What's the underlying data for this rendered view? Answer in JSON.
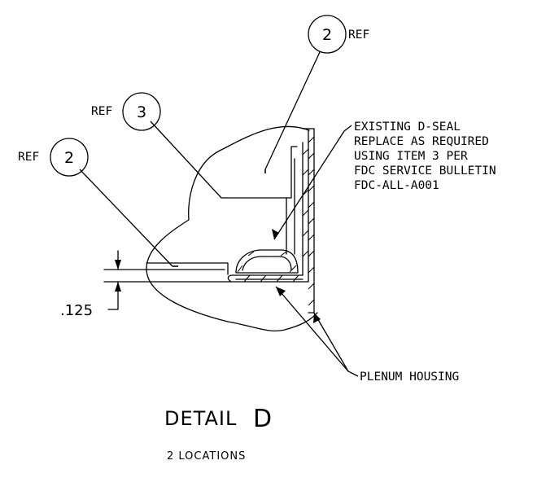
{
  "balloons": [
    {
      "number": "2",
      "ref": "REF"
    },
    {
      "number": "3",
      "ref": "REF"
    },
    {
      "number": "2",
      "ref": "REF"
    }
  ],
  "note": {
    "lines": [
      "EXISTING D-SEAL",
      "REPLACE AS REQUIRED",
      "USING ITEM 3 PER",
      "FDC SERVICE BULLETIN",
      "FDC-ALL-A001"
    ]
  },
  "plenum_label": "PLENUM HOUSING",
  "dimension": ".125",
  "detail": {
    "word": "DETAIL",
    "letter": "D",
    "locations": "2 LOCATIONS"
  }
}
